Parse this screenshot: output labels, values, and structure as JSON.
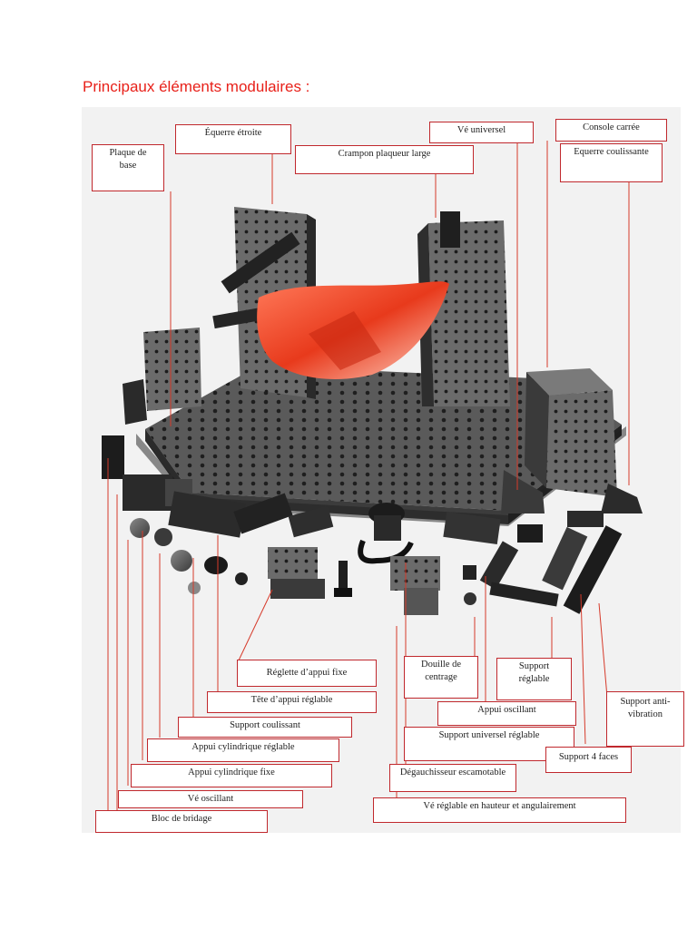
{
  "title": "Principaux éléments modulaires :",
  "accent_color": "#e8211a",
  "label_border_color": "#c0282d",
  "labels": {
    "plaque_de_base": "Plaque de\nbase",
    "equerre_etroite": "Équerre étroite",
    "crampon_plaqueur_large": "Crampon plaqueur large",
    "ve_universel": "Vé universel",
    "console_carree": "Console carrée",
    "equerre_coulissante": "Equerre coulissante",
    "reglette_appui_fixe": "Réglette d’appui fixe",
    "tete_appui_reglable": "Tête d’appui réglable",
    "support_coulissant": "Support coulissant",
    "appui_cylindrique_reglable": "Appui cylindrique réglable",
    "appui_cylindrique_fixe": "Appui cylindrique fixe",
    "ve_oscillant": "Vé oscillant",
    "bloc_de_bridage": "Bloc de bridage",
    "douille_de_centrage": "Douille de\ncentrage",
    "support_reglable": "Support\nréglable",
    "appui_oscillant": "Appui oscillant",
    "support_universel_reglable": "Support universel réglable",
    "degauchisseur_escamotable": "Dégauchisseur escamotable",
    "ve_reglable_hauteur_angulairement": "Vé réglable en hauteur et angulairement",
    "support_anti_vibration": "Support anti-\nvibration",
    "support_4_faces": "Support 4 faces"
  }
}
